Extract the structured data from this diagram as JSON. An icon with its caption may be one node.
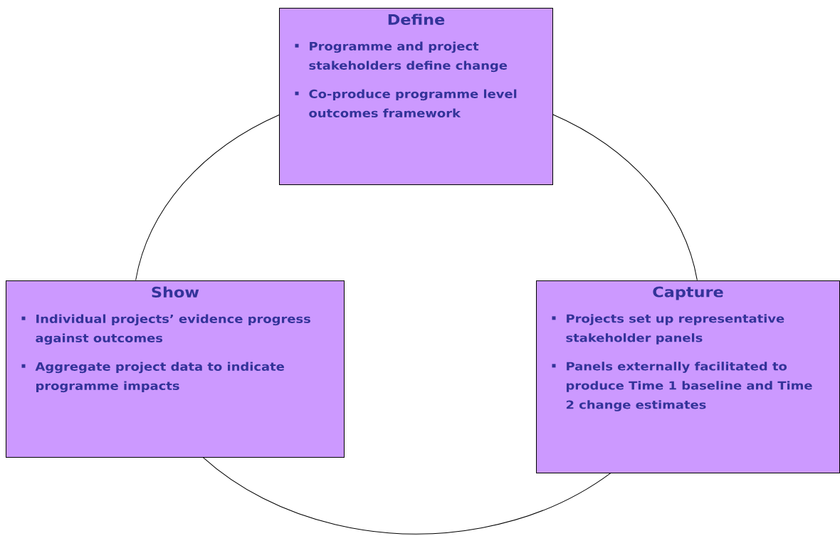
{
  "diagram": {
    "nodes": [
      {
        "text": [
          "Define",
          "Programme and project stakeholders define change",
          "Co-produce programme level outcomes framework"
        ]
      },
      {
        "text": [
          "Show",
          "Individual projects’ evidence progress against outcomes",
          "Aggregate project data to indicate programme impacts"
        ]
      },
      {
        "text": [
          "Capture",
          "Projects set up representative stakeholder panels",
          "Panels externally facilitated to produce Time 1 baseline and Time 2 change estimates"
        ]
      }
    ],
    "edges": [
      {
        "from": 0,
        "to": 2,
        "arrow": "none"
      },
      {
        "from": 2,
        "to": 1,
        "arrow": "none"
      },
      {
        "from": 1,
        "to": 0,
        "arrow": "none"
      }
    ]
  }
}
